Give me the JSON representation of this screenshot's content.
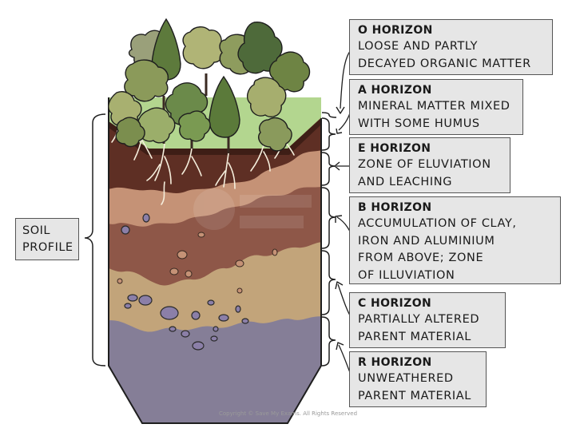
{
  "soil_profile": {
    "line1": "SOIL",
    "line2": "PROFILE"
  },
  "horizons": [
    {
      "id": "o",
      "title": "O HORIZON",
      "lines": [
        "LOOSE AND PARTLY",
        "DECAYED ORGANIC MATTER"
      ]
    },
    {
      "id": "a",
      "title": "A HORIZON",
      "lines": [
        "MINERAL MATTER MIXED",
        "WITH SOME HUMUS"
      ]
    },
    {
      "id": "e",
      "title": "E HORIZON",
      "lines": [
        "ZONE OF ELUVIATION",
        "AND LEACHING"
      ]
    },
    {
      "id": "b",
      "title": "B HORIZON",
      "lines": [
        "ACCUMULATION OF CLAY,",
        "IRON AND ALUMINIUM",
        "FROM ABOVE; ZONE",
        "OF ILLUVIATION"
      ]
    },
    {
      "id": "c",
      "title": "C HORIZON",
      "lines": [
        "PARTIALLY ALTERED",
        "PARENT MATERIAL"
      ]
    },
    {
      "id": "r",
      "title": "R HORIZON",
      "lines": [
        "UNWEATHERED",
        "PARENT MATERIAL"
      ]
    }
  ],
  "copyright": "Copyright © Save My Exams. All Rights Reserved",
  "colors": {
    "grass": "#b3d68f",
    "a_horizon": "#5e2f24",
    "e_horizon": "#c59276",
    "b_horizon": "#8e5748",
    "c_horizon": "#c2a47a",
    "r_horizon": "#857e97",
    "stone": "#8b7fa8",
    "label_fill": "#e6e6e6"
  }
}
